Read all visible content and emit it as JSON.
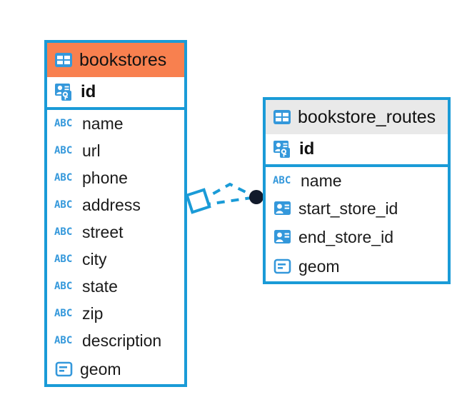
{
  "diagram": {
    "title": "database-entity-relationship-diagram",
    "colors": {
      "border_blue": "#1a9bd7",
      "header_accent": "#f8804f",
      "header_neutral": "#e9e9e9",
      "icon_blue": "#3498db",
      "endpoint_dark": "#111a2b",
      "background": "#ffffff"
    },
    "entities": [
      {
        "name": "bookstores",
        "header_style": "accent",
        "table_icon": "table-grid-icon",
        "primary_key": {
          "label": "id",
          "icon": "primary-key-card-icon"
        },
        "fields": [
          {
            "label": "name",
            "icon": "abc-text-icon",
            "icon_text": "ABC"
          },
          {
            "label": "url",
            "icon": "abc-text-icon",
            "icon_text": "ABC"
          },
          {
            "label": "phone",
            "icon": "abc-text-icon",
            "icon_text": "ABC"
          },
          {
            "label": "address",
            "icon": "abc-text-icon",
            "icon_text": "ABC"
          },
          {
            "label": "street",
            "icon": "abc-text-icon",
            "icon_text": "ABC"
          },
          {
            "label": "city",
            "icon": "abc-text-icon",
            "icon_text": "ABC"
          },
          {
            "label": "state",
            "icon": "abc-text-icon",
            "icon_text": "ABC"
          },
          {
            "label": "zip",
            "icon": "abc-text-icon",
            "icon_text": "ABC"
          },
          {
            "label": "description",
            "icon": "abc-text-icon",
            "icon_text": "ABC"
          },
          {
            "label": "geom",
            "icon": "geometry-icon",
            "icon_text": ""
          }
        ]
      },
      {
        "name": "bookstore_routes",
        "header_style": "neutral",
        "table_icon": "table-grid-icon",
        "primary_key": {
          "label": "id",
          "icon": "primary-key-card-icon"
        },
        "fields": [
          {
            "label": "name",
            "icon": "abc-text-icon",
            "icon_text": "ABC"
          },
          {
            "label": "start_store_id",
            "icon": "foreign-key-card-icon",
            "icon_text": ""
          },
          {
            "label": "end_store_id",
            "icon": "foreign-key-card-icon",
            "icon_text": ""
          },
          {
            "label": "geom",
            "icon": "geometry-icon",
            "icon_text": ""
          }
        ]
      }
    ],
    "relationship": {
      "from_entity": "bookstores",
      "to_entity": "bookstore_routes",
      "line_style": "dashed",
      "source_marker": "diamond-outline-marker",
      "target_marker": "filled-circle-marker"
    }
  }
}
